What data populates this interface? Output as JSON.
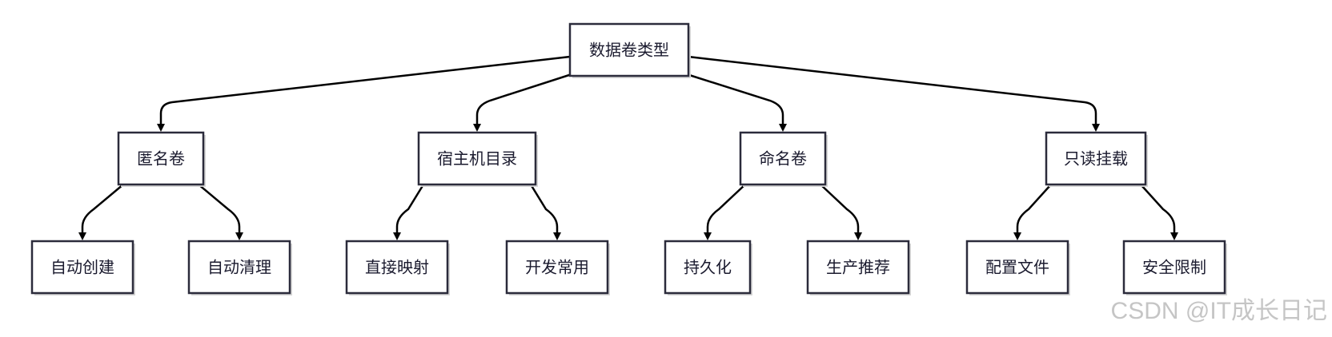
{
  "diagram": {
    "root": "数据卷类型",
    "categories": [
      {
        "label": "匿名卷",
        "children": [
          "自动创建",
          "自动清理"
        ]
      },
      {
        "label": "宿主机目录",
        "children": [
          "直接映射",
          "开发常用"
        ]
      },
      {
        "label": "命名卷",
        "children": [
          "持久化",
          "生产推荐"
        ]
      },
      {
        "label": "只读挂载",
        "children": [
          "配置文件",
          "安全限制"
        ]
      }
    ]
  },
  "watermark": "CSDN @IT成长日记",
  "colors": {
    "node_border": "#2b2b3b",
    "edge": "#000000",
    "background": "#ffffff"
  }
}
